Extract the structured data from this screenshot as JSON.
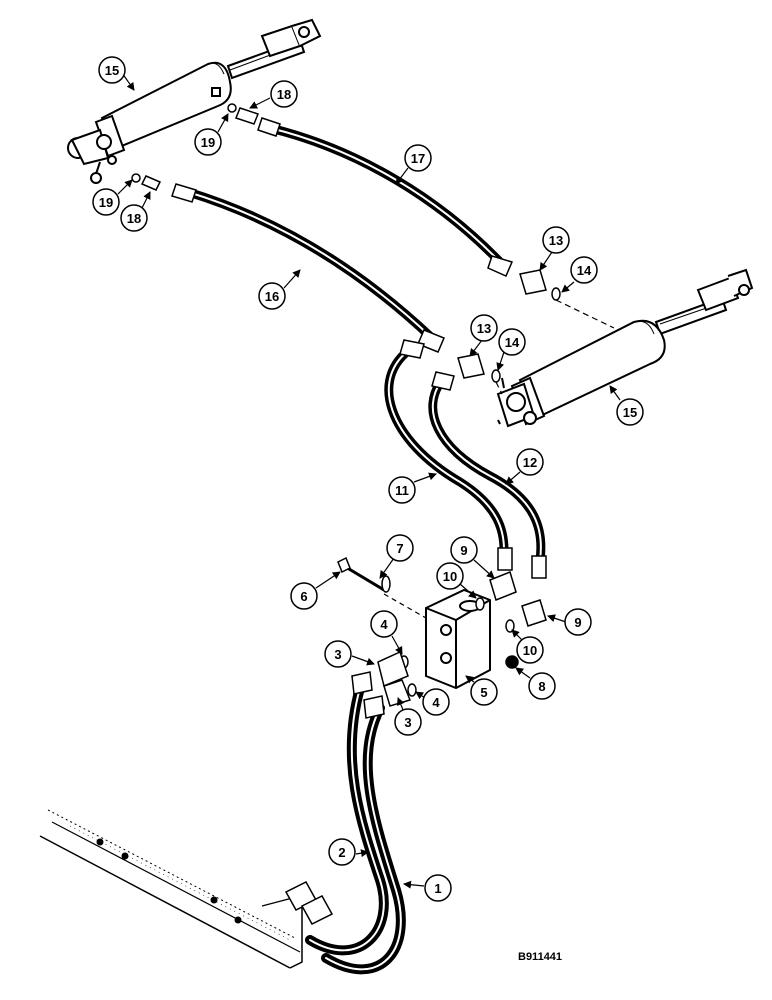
{
  "figure_code": "B911441",
  "callouts": [
    {
      "id": "c15a",
      "label": "15"
    },
    {
      "id": "c18a",
      "label": "18"
    },
    {
      "id": "c19a",
      "label": "19"
    },
    {
      "id": "c19b",
      "label": "19"
    },
    {
      "id": "c18b",
      "label": "18"
    },
    {
      "id": "c17",
      "label": "17"
    },
    {
      "id": "c16",
      "label": "16"
    },
    {
      "id": "c13a",
      "label": "13"
    },
    {
      "id": "c14a",
      "label": "14"
    },
    {
      "id": "c13b",
      "label": "13"
    },
    {
      "id": "c14b",
      "label": "14"
    },
    {
      "id": "c15b",
      "label": "15"
    },
    {
      "id": "c11",
      "label": "11"
    },
    {
      "id": "c12",
      "label": "12"
    },
    {
      "id": "c7",
      "label": "7"
    },
    {
      "id": "c6",
      "label": "6"
    },
    {
      "id": "c9a",
      "label": "9"
    },
    {
      "id": "c10a",
      "label": "10"
    },
    {
      "id": "c9b",
      "label": "9"
    },
    {
      "id": "c4a",
      "label": "4"
    },
    {
      "id": "c3a",
      "label": "3"
    },
    {
      "id": "c10b",
      "label": "10"
    },
    {
      "id": "c8",
      "label": "8"
    },
    {
      "id": "c4b",
      "label": "4"
    },
    {
      "id": "c3b",
      "label": "3"
    },
    {
      "id": "c5",
      "label": "5"
    },
    {
      "id": "c2",
      "label": "2"
    },
    {
      "id": "c1",
      "label": "1"
    }
  ]
}
